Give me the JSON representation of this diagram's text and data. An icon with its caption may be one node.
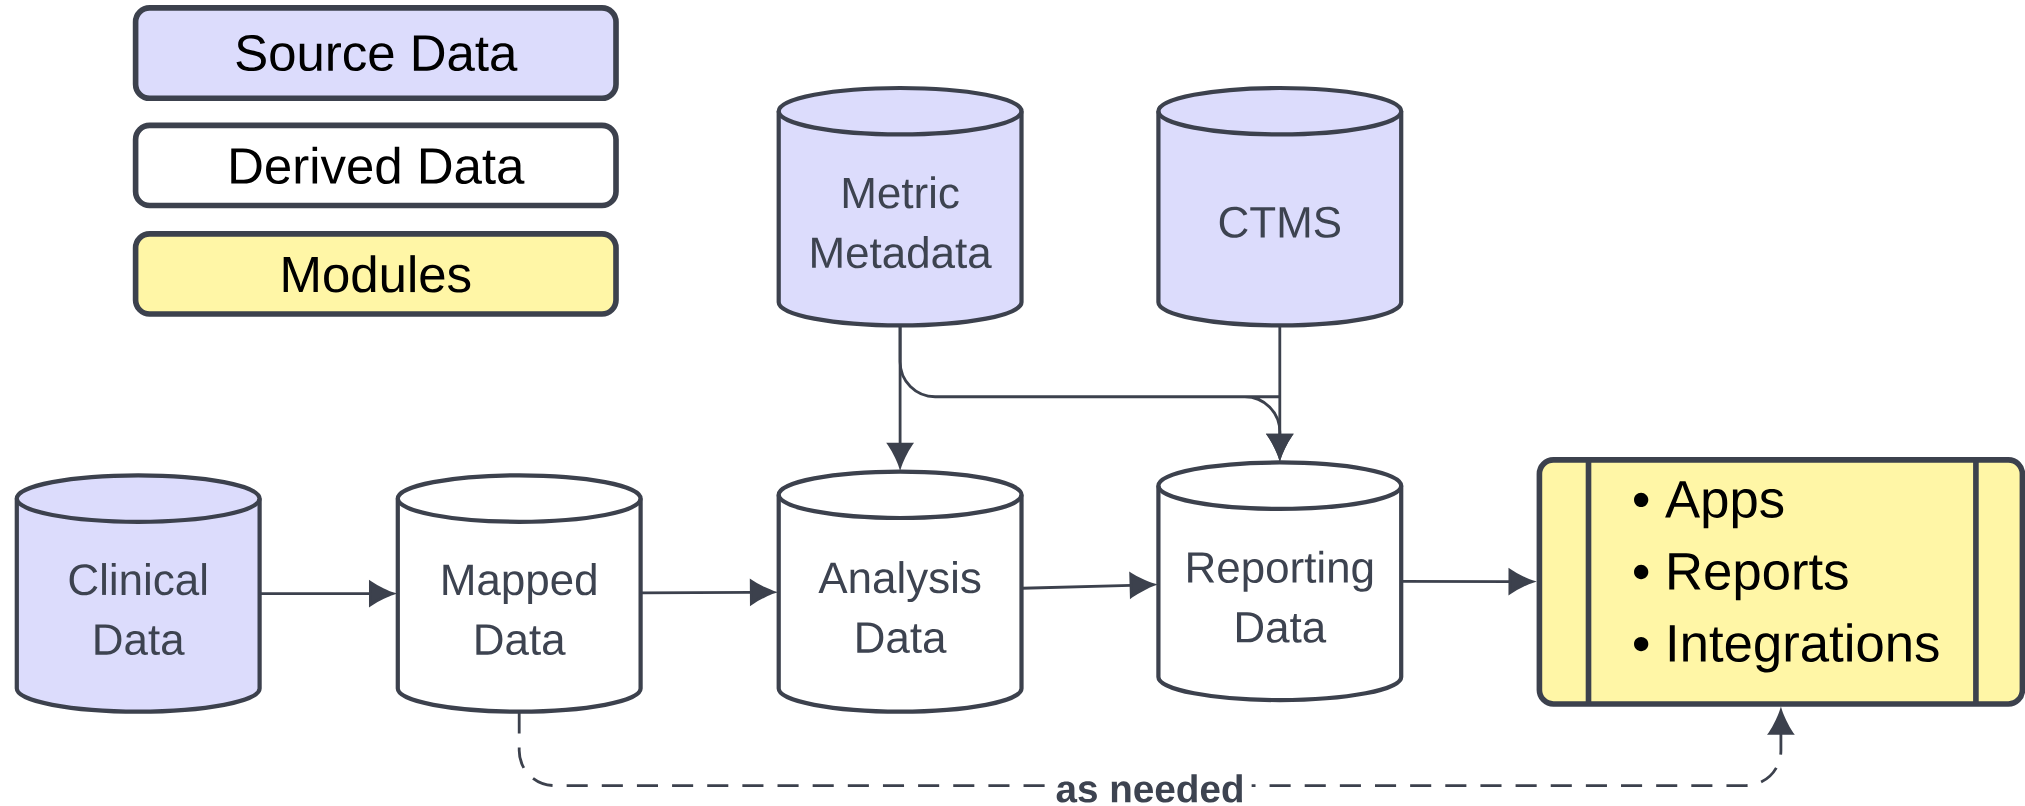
{
  "diagram": {
    "nodes": [
      {
        "text": [
          "Metric Metadata"
        ]
      },
      {
        "text": [
          "CTMS"
        ]
      },
      {
        "text": [
          "Clinical Data"
        ]
      },
      {
        "text": [
          "Mapped Data"
        ]
      },
      {
        "text": [
          "Analysis Data"
        ]
      },
      {
        "text": [
          "Reporting Data"
        ]
      },
      {
        "text": [
          "• Apps",
          "• Reports",
          "• Integrations"
        ]
      }
    ],
    "edges": [
      {
        "from": 2,
        "to": 3,
        "arrow": "to"
      },
      {
        "from": 3,
        "to": 4,
        "arrow": "to"
      },
      {
        "from": 4,
        "to": 5,
        "arrow": "to"
      },
      {
        "from": 5,
        "to": 6,
        "arrow": "to"
      },
      {
        "from": 0,
        "to": 4,
        "arrow": "to"
      },
      {
        "from": 0,
        "to": 5,
        "arrow": "to"
      },
      {
        "from": 1,
        "to": 5,
        "arrow": "to"
      },
      {
        "from": 3,
        "to": 6,
        "arrow": "to",
        "style": "dashed",
        "label": "as needed"
      }
    ],
    "legend": [
      {
        "text": "Source Data",
        "color": "#dcdcfc"
      },
      {
        "text": "Derived Data"
      },
      {
        "text": "Modules",
        "color": "#fff6a6"
      }
    ]
  }
}
